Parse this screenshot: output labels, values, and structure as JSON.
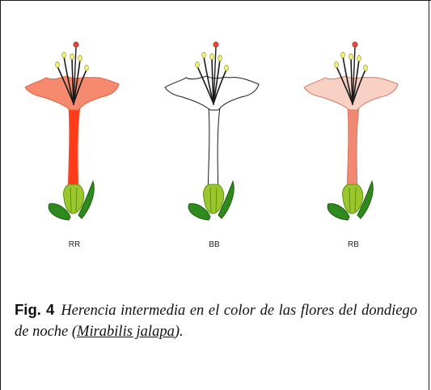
{
  "figure": {
    "flowers": [
      {
        "genotype": "RR",
        "tube_color": "#ff3b1a",
        "petal_color": "#f58a6e",
        "edge_color": "#e0603f"
      },
      {
        "genotype": "BB",
        "tube_color": "#ffffff",
        "petal_color": "#ffffff",
        "edge_color": "#1a1a1a"
      },
      {
        "genotype": "RB",
        "tube_color": "#f08872",
        "petal_color": "#f8d0c4",
        "edge_color": "#d07a66"
      }
    ],
    "colors": {
      "sepal": "#9ac82c",
      "sepal_dark": "#5f8f14",
      "leaf": "#2f8a1e",
      "stamen": "#1a1a1a",
      "anther": "#f2f07a",
      "stigma": "#e8463a"
    }
  },
  "caption": {
    "label": "Fig. 4",
    "text_before": "Herencia intermedia en el color de las flores del dondiego de noche (",
    "species": "Mirabilis jalapa",
    "text_after": ")."
  }
}
